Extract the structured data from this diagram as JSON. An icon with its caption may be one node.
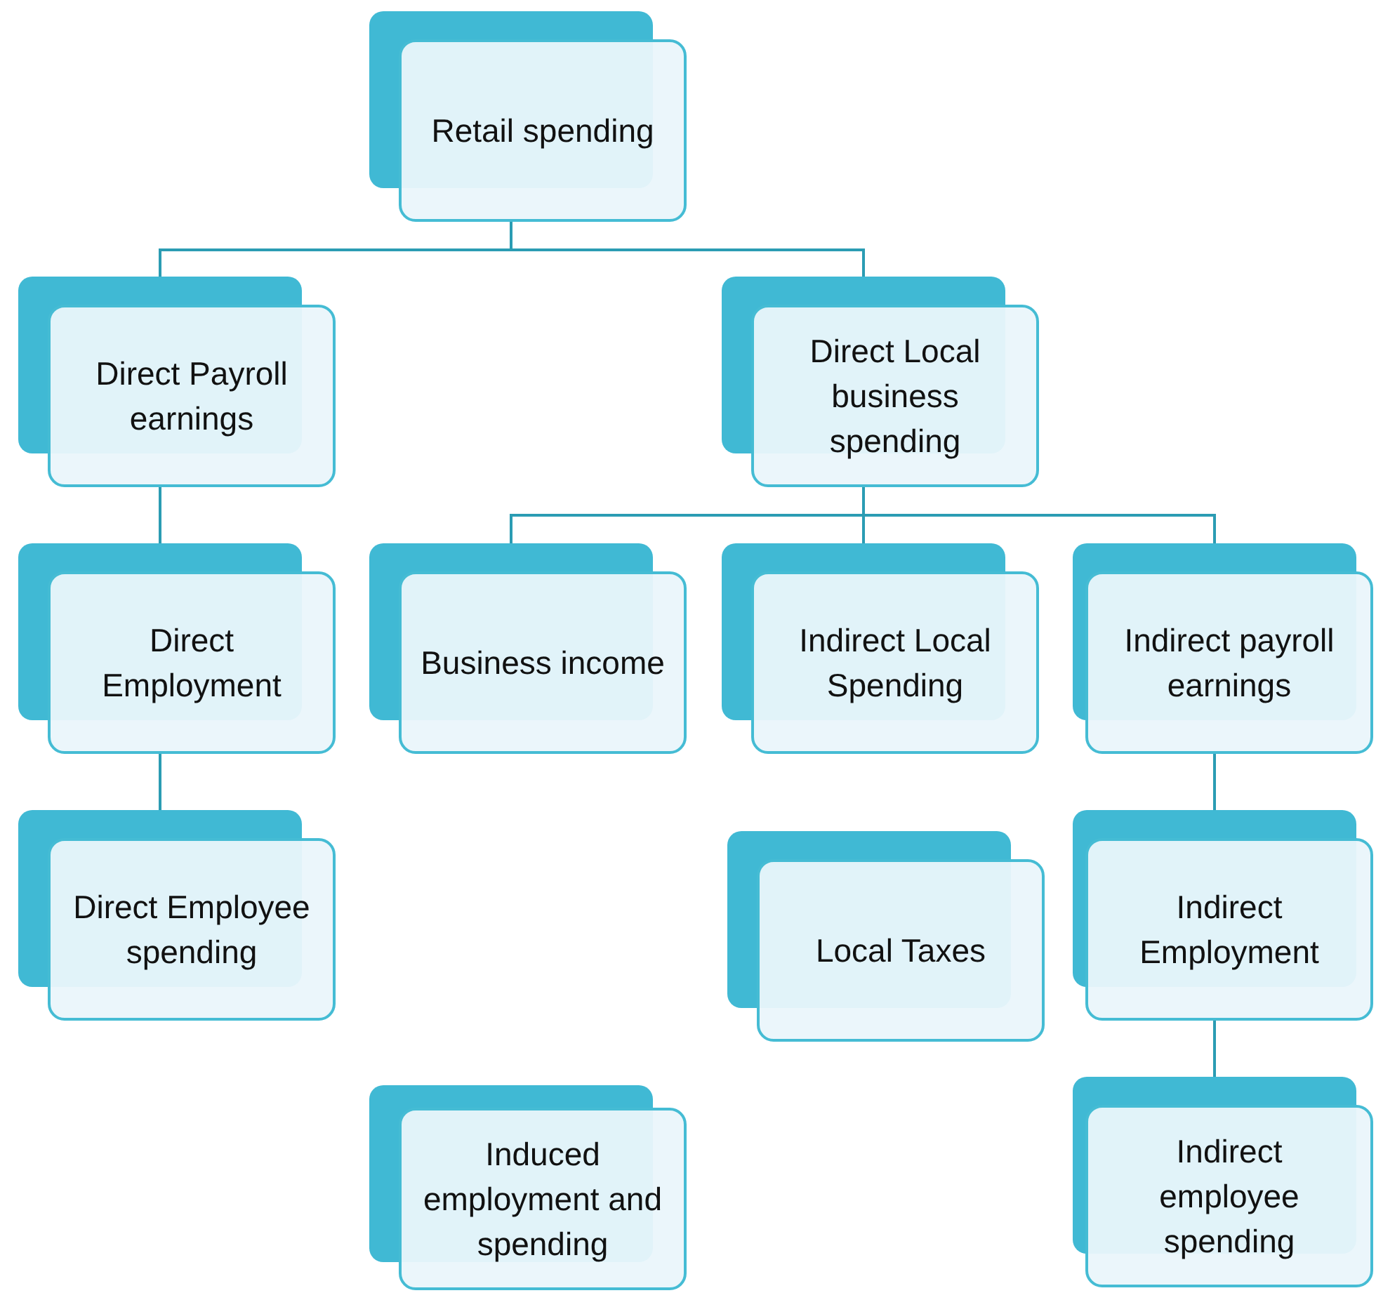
{
  "diagram": {
    "nodes": [
      {
        "text": [
          "Retail spending"
        ]
      },
      {
        "text": [
          "Direct Payroll earnings"
        ]
      },
      {
        "text": [
          "Direct Local business spending"
        ]
      },
      {
        "text": [
          "Direct Employment"
        ]
      },
      {
        "text": [
          "Business income"
        ]
      },
      {
        "text": [
          "Indirect Local Spending"
        ]
      },
      {
        "text": [
          "Indirect payroll earnings"
        ]
      },
      {
        "text": [
          "Direct Employee spending"
        ]
      },
      {
        "text": [
          "Local Taxes"
        ]
      },
      {
        "text": [
          "Indirect Employment"
        ]
      },
      {
        "text": [
          "Induced employment and spending"
        ]
      },
      {
        "text": [
          "Indirect employee spending"
        ]
      }
    ],
    "edges": [
      {
        "from": 0,
        "to": 1,
        "arrow": "none"
      },
      {
        "from": 0,
        "to": 2,
        "arrow": "none"
      },
      {
        "from": 1,
        "to": 3,
        "arrow": "none"
      },
      {
        "from": 2,
        "to": 4,
        "arrow": "none"
      },
      {
        "from": 2,
        "to": 5,
        "arrow": "none"
      },
      {
        "from": 2,
        "to": 6,
        "arrow": "none"
      },
      {
        "from": 3,
        "to": 7,
        "arrow": "none"
      },
      {
        "from": 6,
        "to": 9,
        "arrow": "none"
      },
      {
        "from": 9,
        "to": 11,
        "arrow": "none"
      }
    ]
  }
}
